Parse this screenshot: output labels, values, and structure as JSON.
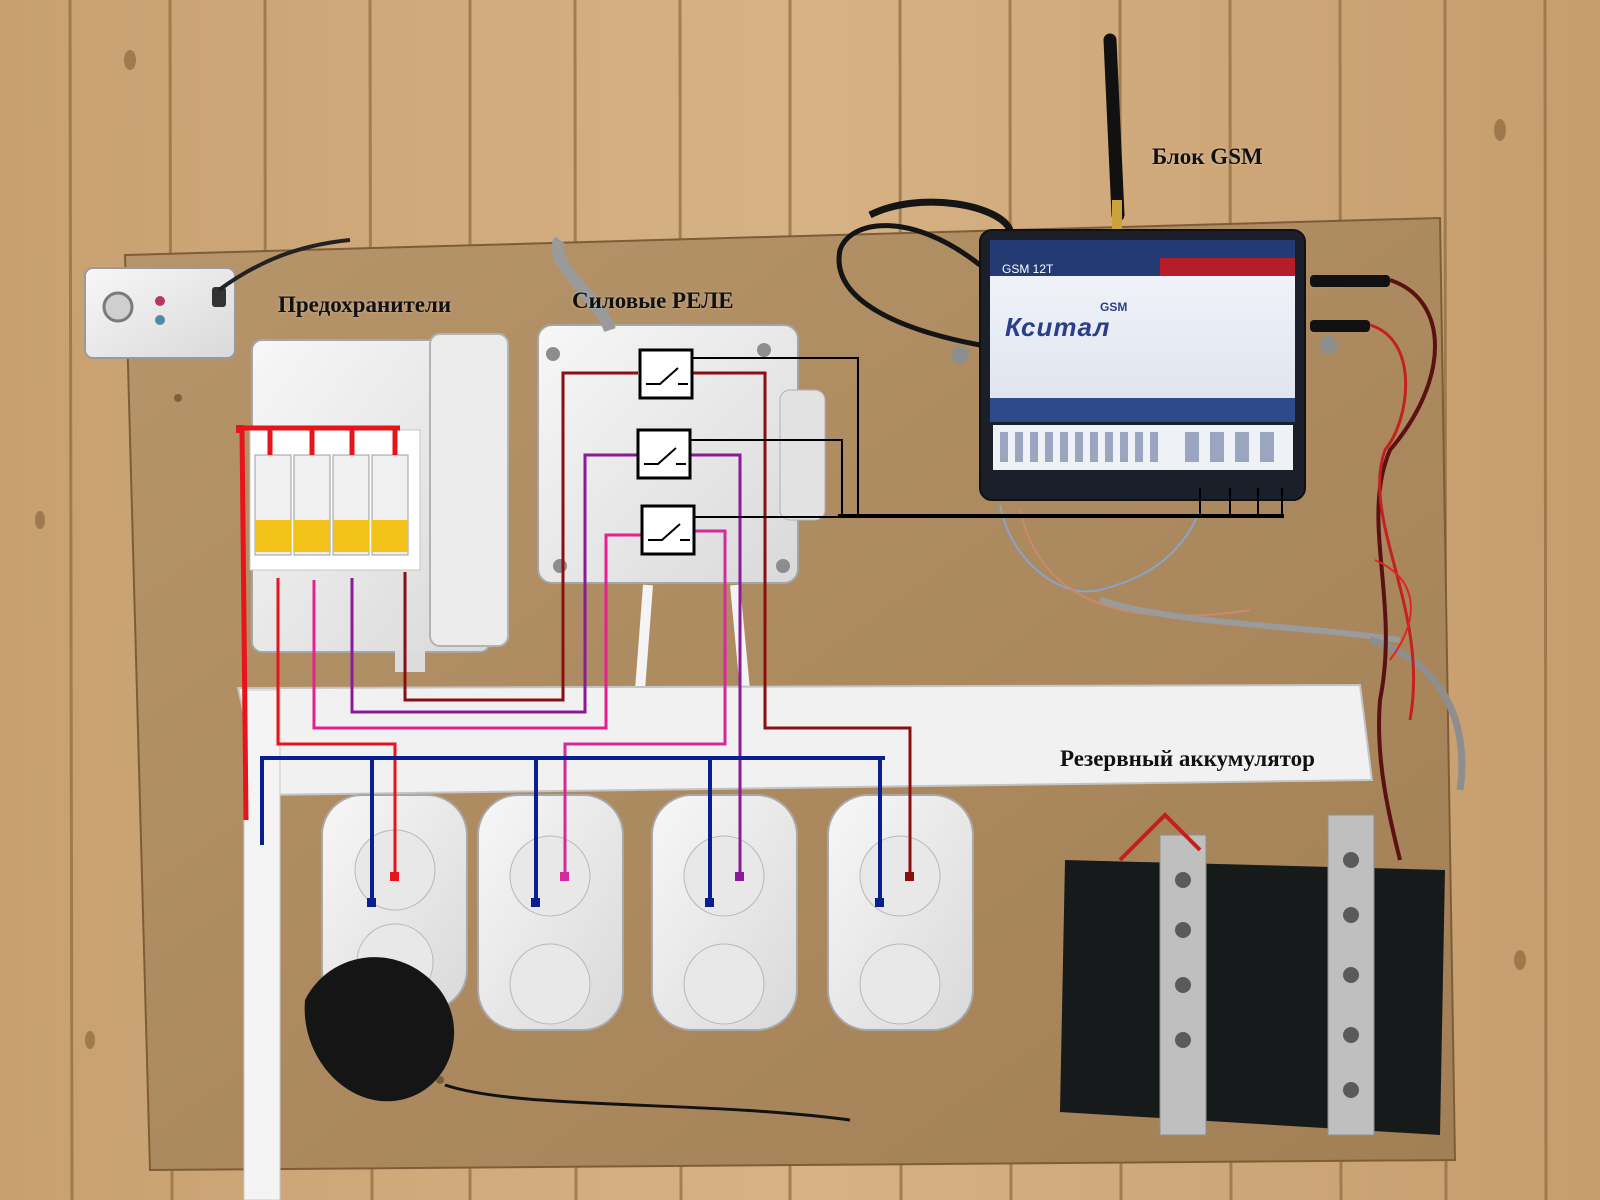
{
  "captions": {
    "fuses": "Предохранители",
    "relays": "Силовые РЕЛЕ",
    "gsm_block": "Блок GSM",
    "backup_battery": "Резервный аккумулятор"
  },
  "gsm_device": {
    "model": "GSM 12T",
    "brand": "Кситал",
    "brand_tag": "GSM"
  },
  "colors": {
    "phase_red": "#e8141c",
    "neutral_blue": "#0a1f8f",
    "line_dark_red": "#8a0f10",
    "line_pink": "#e6208f",
    "line_purple": "#8a1a9a",
    "line_magenta": "#d42a9a",
    "control_black": "#000000",
    "wood_wall": "#c9a57a",
    "plywood_board": "#b08c5e",
    "device_white": "#eeeeee"
  },
  "scene": {
    "relay_count": 3,
    "breaker_count": 4,
    "socket_count": 4
  }
}
